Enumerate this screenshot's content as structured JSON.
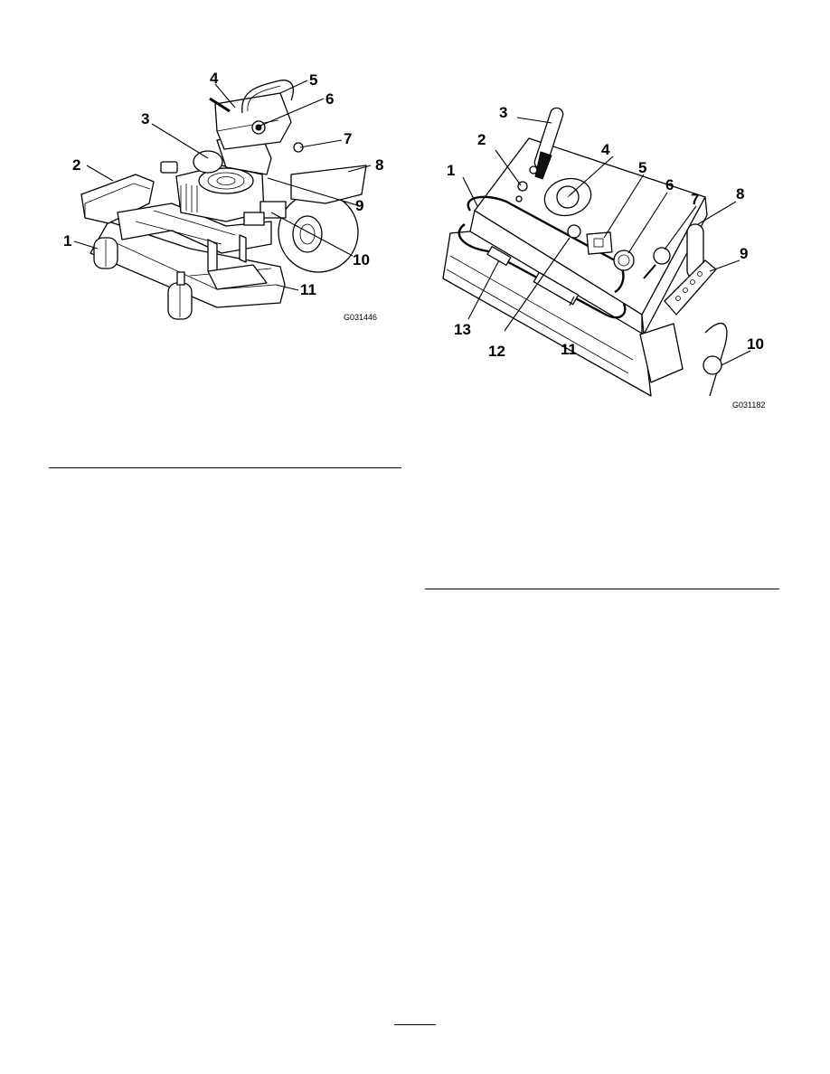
{
  "figure_left": {
    "id": "G031446",
    "callouts": [
      "1",
      "2",
      "3",
      "4",
      "5",
      "6",
      "7",
      "8",
      "9",
      "10",
      "11"
    ]
  },
  "figure_right": {
    "id": "G031182",
    "callouts": [
      "1",
      "2",
      "3",
      "4",
      "5",
      "6",
      "7",
      "8",
      "9",
      "10",
      "11",
      "12",
      "13"
    ]
  },
  "footer_mark": ""
}
